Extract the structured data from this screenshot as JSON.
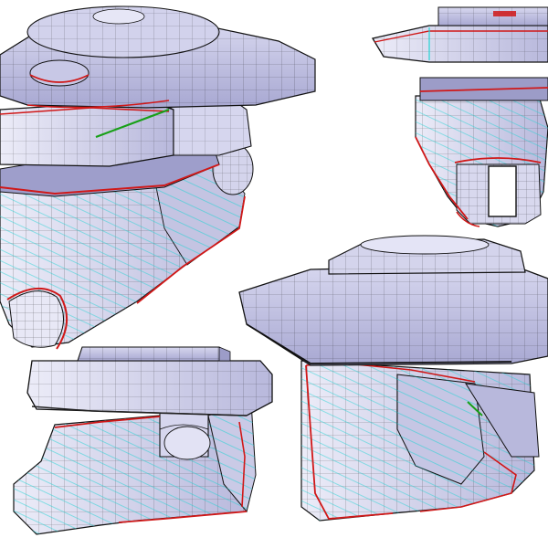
{
  "views": [
    {
      "id": "view-front-left"
    },
    {
      "id": "view-front"
    },
    {
      "id": "view-side"
    },
    {
      "id": "view-back-right"
    }
  ],
  "colors": {
    "background": "#ffffff",
    "surface_light": "#e6e6f6",
    "surface_mid": "#c9c9e4",
    "surface_dark": "#9c9cc8",
    "edge_black": "#111111",
    "edge_cyan": "#22d4d4",
    "edge_red": "#d01818",
    "edge_green": "#18a018"
  }
}
